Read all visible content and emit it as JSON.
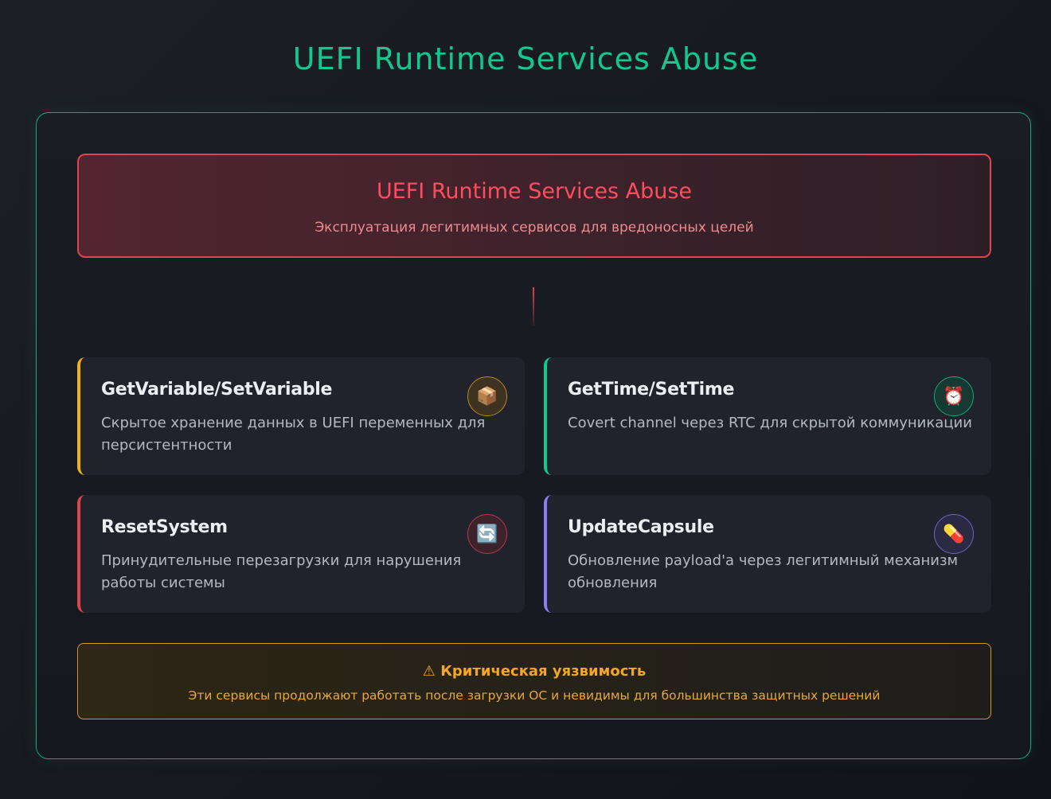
{
  "page": {
    "title": "UEFI Runtime Services Abuse"
  },
  "hero": {
    "title": "UEFI Runtime Services Abuse",
    "subtitle": "Эксплуатация легитимных сервисов для вредоносных целей"
  },
  "cards": [
    {
      "title": "GetVariable/SetVariable",
      "description": "Скрытое хранение данных в UEFI переменных для персистентности",
      "icon": "package-icon",
      "glyph": "📦",
      "accent": "#f0b21a"
    },
    {
      "title": "GetTime/SetTime",
      "description": "Covert channel через RTC для скрытой коммуникации",
      "icon": "alarm-clock-icon",
      "glyph": "⏰",
      "accent": "#10c98d"
    },
    {
      "title": "ResetSystem",
      "description": "Принудительные перезагрузки для нарушения работы системы",
      "icon": "refresh-icon",
      "glyph": "🔄",
      "accent": "#e0444f"
    },
    {
      "title": "UpdateCapsule",
      "description": "Обновление payload'а через легитимный механизм обновления",
      "icon": "pill-icon",
      "glyph": "💊",
      "accent": "#8b7cf6"
    }
  ],
  "warning": {
    "title": "⚠ Критическая уязвимость",
    "text": "Эти сервисы продолжают работать после загрузки ОС и невидимы для большинства защитных решений"
  },
  "colors": {
    "accent_green": "#10c98d",
    "danger": "#e0444f",
    "warning": "#f5a623"
  }
}
